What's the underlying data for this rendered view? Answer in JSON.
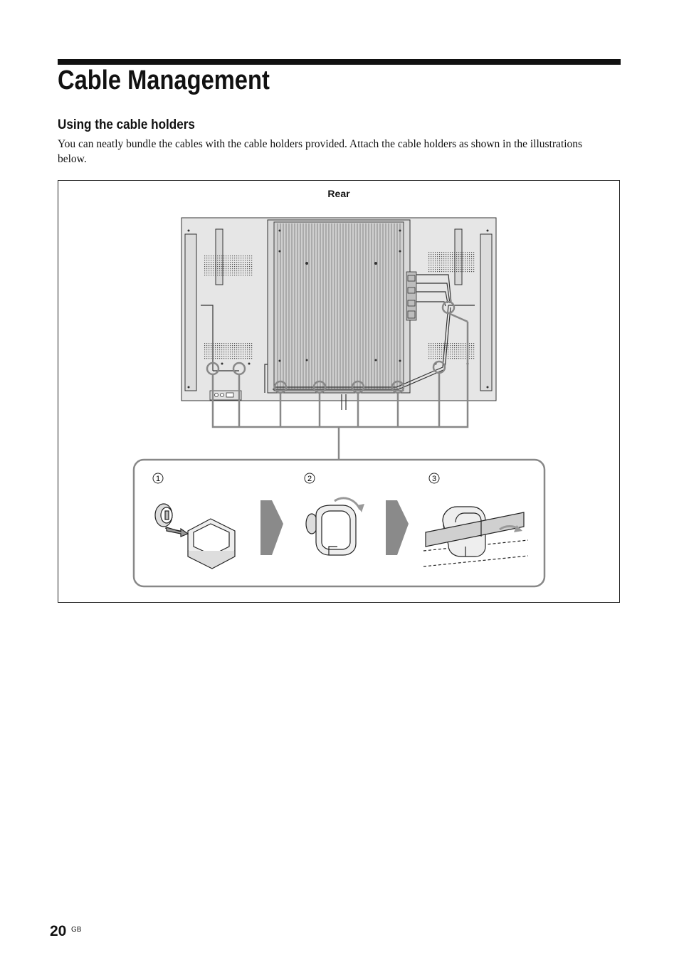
{
  "page": {
    "title": "Cable Management",
    "section_heading": "Using the cable holders",
    "body_text": "You can neatly bundle the cables with the cable holders provided. Attach the cable holders as shown in the illustrations below.",
    "page_number": "20",
    "page_suffix": "GB"
  },
  "figure": {
    "rear_label": "Rear",
    "steps": [
      {
        "label": "1"
      },
      {
        "label": "2"
      },
      {
        "label": "3"
      }
    ]
  }
}
